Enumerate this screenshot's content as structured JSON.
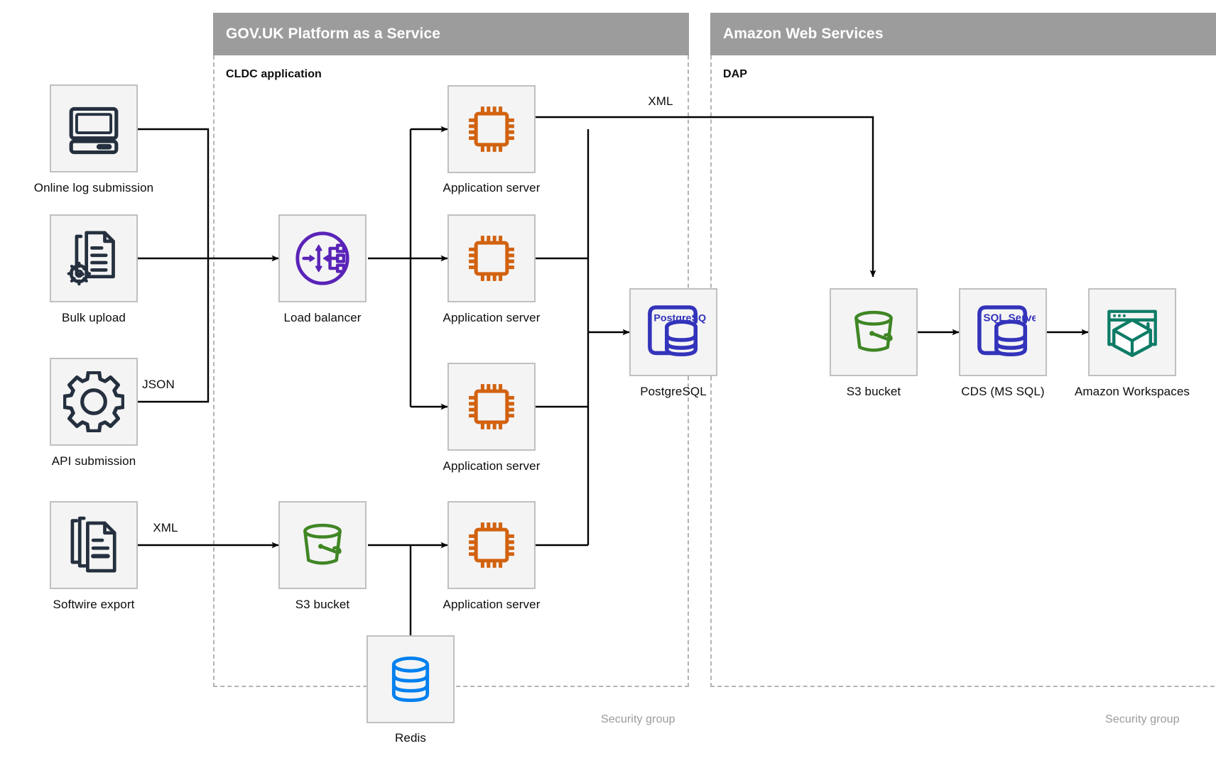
{
  "zones": [
    {
      "id": "paas",
      "title": "GOV.UK Platform as a Service",
      "sublabel": "CLDC application",
      "footer": "Security group"
    },
    {
      "id": "aws",
      "title": "Amazon Web Services",
      "sublabel": "DAP",
      "footer": "Security group"
    }
  ],
  "nodes": [
    {
      "id": "online-log-submission",
      "label": "Online log submission",
      "icon": "desktop-computer-icon",
      "color": "#25303f"
    },
    {
      "id": "bulk-upload",
      "label": "Bulk upload",
      "icon": "documents-gear-icon",
      "color": "#25303f"
    },
    {
      "id": "api-submission",
      "label": "API submission",
      "icon": "gear-icon",
      "color": "#25303f"
    },
    {
      "id": "softwire-export",
      "label": "Softwire export",
      "icon": "document-stack-icon",
      "color": "#25303f"
    },
    {
      "id": "load-balancer",
      "label": "Load balancer",
      "icon": "load-balancer-icon",
      "color": "#5a23b8"
    },
    {
      "id": "s3-bucket-paas",
      "label": "S3 bucket",
      "icon": "s3-bucket-icon",
      "color": "#3f8624"
    },
    {
      "id": "app-server-1",
      "label": "Application server",
      "icon": "cpu-chip-icon",
      "color": "#d2620f"
    },
    {
      "id": "app-server-2",
      "label": "Application server",
      "icon": "cpu-chip-icon",
      "color": "#d2620f"
    },
    {
      "id": "app-server-3",
      "label": "Application server",
      "icon": "cpu-chip-icon",
      "color": "#d2620f"
    },
    {
      "id": "app-server-4",
      "label": "Application server",
      "icon": "cpu-chip-icon",
      "color": "#d2620f"
    },
    {
      "id": "redis",
      "label": "Redis",
      "icon": "database-cylinder-icon",
      "color": "#0080ef"
    },
    {
      "id": "postgresql",
      "label": "PostgreSQL",
      "icon": "postgresql-icon",
      "color": "#3333bb",
      "badge": "PostgreSQL"
    },
    {
      "id": "s3-bucket-aws",
      "label": "S3 bucket",
      "icon": "s3-bucket-icon",
      "color": "#3f8624"
    },
    {
      "id": "cds-ms-sql",
      "label": "CDS (MS SQL)",
      "icon": "sql-server-icon",
      "color": "#3333bb",
      "badge": "SQL Server"
    },
    {
      "id": "amazon-workspaces",
      "label": "Amazon Workspaces",
      "icon": "workspaces-cube-icon",
      "color": "#0e7c66"
    }
  ],
  "edge_labels": [
    {
      "id": "json-label",
      "text": "JSON"
    },
    {
      "id": "xml-label-softwire",
      "text": "XML"
    },
    {
      "id": "xml-label-dap",
      "text": "XML"
    }
  ],
  "colors": {
    "zone_header_bg": "#9c9c9c",
    "zone_header_text": "#ffffff",
    "zone_border": "#b4b4b4",
    "node_box_bg": "#f4f4f4",
    "node_box_border": "#c0c0c0",
    "text": "#0b0c0c",
    "muted_text": "#9a9a9a",
    "wire": "#000000"
  }
}
